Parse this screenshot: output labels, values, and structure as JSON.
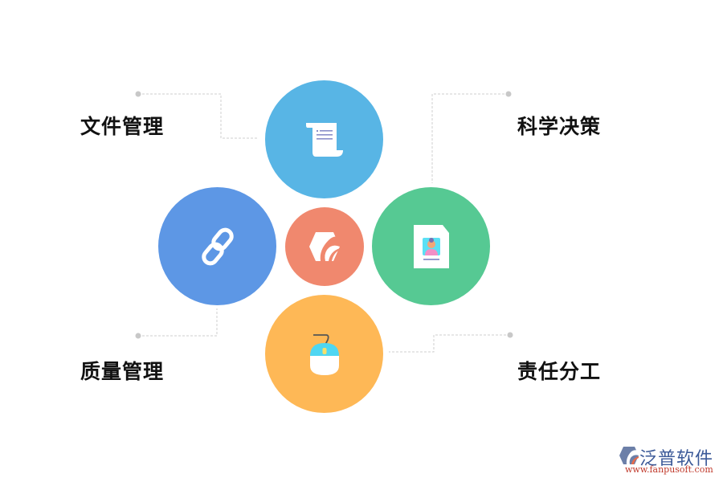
{
  "diagram": {
    "center": {
      "name": "fanpu-logo",
      "color": "#f0886e"
    },
    "nodes": [
      {
        "id": "file",
        "label": "文件管理",
        "icon": "scroll-document-icon",
        "color": "#58b5e5"
      },
      {
        "id": "decision",
        "label": "科学决策",
        "icon": "profile-document-icon",
        "color": "#56c993"
      },
      {
        "id": "quality",
        "label": "质量管理",
        "icon": "chain-link-icon",
        "color": "#5d97e5"
      },
      {
        "id": "duty",
        "label": "责任分工",
        "icon": "mouse-icon",
        "color": "#feb856"
      }
    ],
    "connector_color": "#cccccc"
  },
  "watermark": {
    "brand": "泛普软件",
    "url": "www.fanpusoft.com"
  }
}
